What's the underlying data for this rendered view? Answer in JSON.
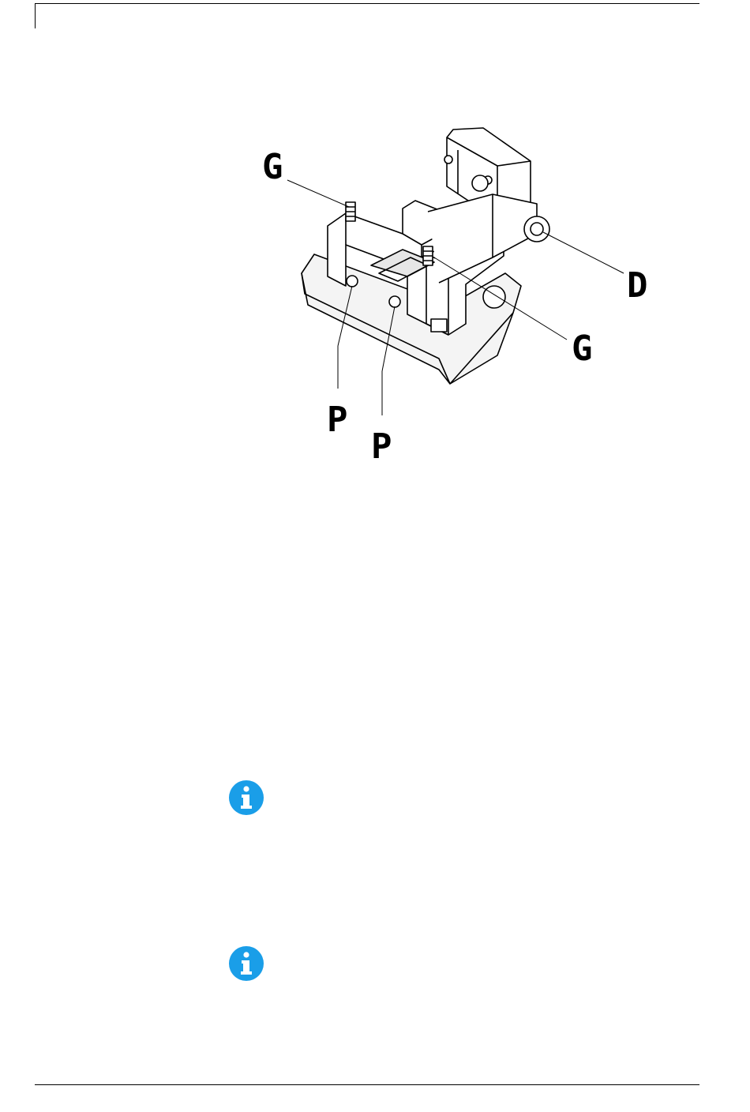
{
  "figure": {
    "callouts": {
      "g_top": "G",
      "g_right": "G",
      "d": "D",
      "p_left": "P",
      "p_right": "P"
    }
  },
  "icons": {
    "note_icon_1": "info-icon",
    "note_icon_2": "info-icon",
    "accent": "#1a9ee8"
  }
}
